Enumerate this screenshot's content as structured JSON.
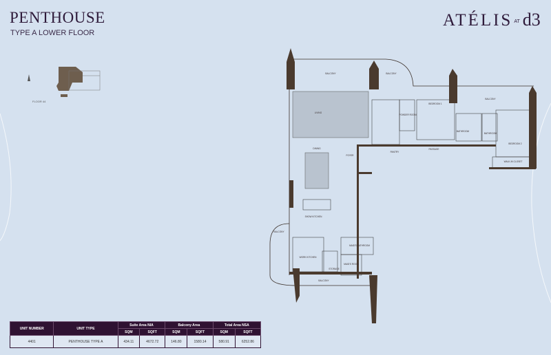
{
  "header": {
    "title": "PENTHOUSE",
    "subtitle": "TYPE A LOWER FLOOR"
  },
  "logo": {
    "name": "ATÉLIS",
    "at": "AT",
    "mark": "d3"
  },
  "key_plan": {
    "floor_label": "FLOOR 44"
  },
  "rooms": {
    "balcony_top": "BALCONY",
    "balcony_1": "BALCONY",
    "balcony_right": "BALCONY",
    "living": "LIVING",
    "powder_room": "POWDER ROOM",
    "bedroom_1": "BEDROOM 1",
    "bathroom_1": "BATHROOM",
    "bathroom_2": "BATHROOM",
    "bedroom_2": "BEDROOM 2",
    "walk_in_closet": "WALK-IN CLOSET",
    "passage": "PASSAGE",
    "pantry": "PANTRY",
    "dining": "DINING",
    "foyer": "FOYER",
    "show_kitchen": "SHOW KITCHEN",
    "balcony_left": "BALCONY",
    "work_kitchen": "WORK KITCHEN",
    "storage": "STORAGE",
    "maids_room": "MAID'S ROOM",
    "maids_bathroom": "MAID'S BATHROOM",
    "balcony_bottom": "BALCONY"
  },
  "table": {
    "headers": {
      "unit_number": "UNIT NUMBER",
      "unit_type": "UNIT TYPE",
      "suite_area": "Suite Area NIA",
      "balcony_area": "Balcony Area",
      "total_area": "Total Area NSA",
      "sqm": "SQM",
      "sqft": "SQFT"
    },
    "row": {
      "unit_number": "4401",
      "unit_type": "PENTHOUSE TYPE A",
      "suite_sqm": "434.11",
      "suite_sqft": "4672.72",
      "balcony_sqm": "146.80",
      "balcony_sqft": "1580.14",
      "total_sqm": "580.91",
      "total_sqft": "6252.86"
    }
  },
  "colors": {
    "background": "#d5e1ef",
    "wall": "#4a3a2e",
    "table_header": "#2f1232",
    "title": "#2e1a3a"
  }
}
